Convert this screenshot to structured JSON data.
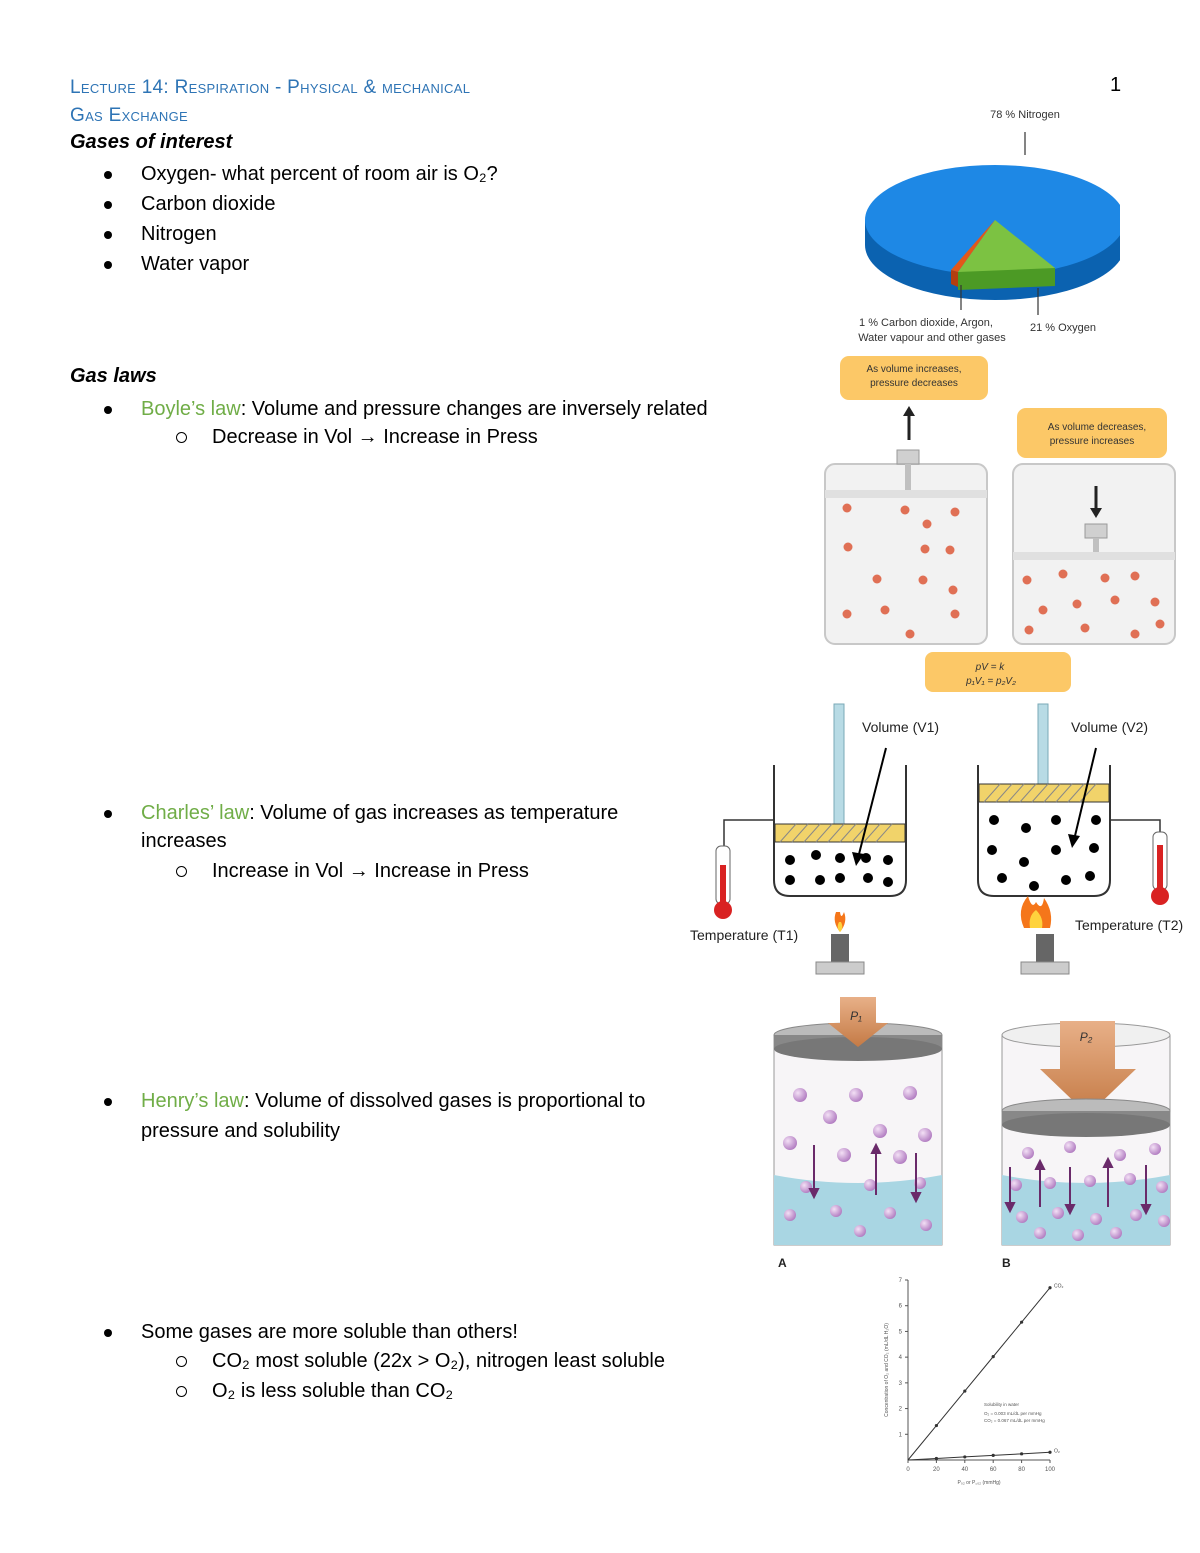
{
  "header": {
    "line1": "Lecture 14: Respiration - Physical & mechanical",
    "line2": "Gas Exchange",
    "page_number": "1"
  },
  "gases": {
    "title": "Gases of interest",
    "items": [
      "Oxygen- what percent of room air is O₂?",
      "Carbon dioxide",
      "Nitrogen",
      "Water vapor"
    ]
  },
  "laws": {
    "title": "Gas laws",
    "boyle": {
      "name": "Boyle’s law",
      "desc": ": Volume and pressure changes are inversely related",
      "sub": "Decrease in Vol → Increase in Press"
    },
    "charles": {
      "name": "Charles’ law",
      "desc_line1": ": Volume of gas increases as temperature",
      "desc_line2": "increases",
      "sub": "Increase in Vol → Increase in Press"
    },
    "henry": {
      "name": "Henry’s law",
      "desc_line1": ": Volume of dissolved gases is proportional to",
      "desc_line2": "pressure and solubility"
    },
    "solubility": {
      "text": "Some gases are more soluble than others!",
      "sub1": "CO₂ most soluble (22x > O₂), nitrogen least soluble",
      "sub2": "O₂ is less soluble than CO₂"
    }
  },
  "air_pie": {
    "label_nitrogen": "78 % Nitrogen",
    "label_other_1": "1 % Carbon dioxide, Argon,",
    "label_other_2": "Water vapour and other gases",
    "label_oxygen": "21 % Oxygen",
    "slices": [
      {
        "name": "Nitrogen",
        "percent": 78,
        "color": "#1e88e5"
      },
      {
        "name": "Oxygen",
        "percent": 21,
        "color": "#7cc242"
      },
      {
        "name": "Other",
        "percent": 1,
        "color": "#e2571a"
      }
    ]
  },
  "boyle_fig": {
    "note_left_1": "As volume increases,",
    "note_left_2": "pressure decreases",
    "note_right_1": "As volume decreases,",
    "note_right_2": "pressure increases",
    "formula_1": "pV = k",
    "formula_2": "p₁V₁ = p₂V₂",
    "accent": "#fcc867"
  },
  "charles_fig": {
    "volume_1": "Volume (V1)",
    "volume_2": "Volume (V2)",
    "temp_1": "Temperature (T1)",
    "temp_2": "Temperature (T2)"
  },
  "henry_fig": {
    "p1": "P₁",
    "p2": "P₂",
    "label_a": "A",
    "label_b": "B"
  },
  "chart_data": {
    "type": "line",
    "xlabel": "P₀₂ or P꜀₀₂ (mmHg)",
    "ylabel": "Concentration of O₂ and CO₂ (mL/dL H₂O)",
    "xlim": [
      0,
      100
    ],
    "ylim": [
      0,
      7
    ],
    "x_ticks": [
      0,
      20,
      40,
      60,
      80,
      100
    ],
    "y_ticks": [
      1,
      2,
      3,
      4,
      5,
      6,
      7
    ],
    "legend_title": "Solubility in water",
    "legend_1": "O₂ = 0.003 mL/dL per mmHg",
    "legend_2": "CO₂ = 0.067 mL/dL per mmHg",
    "series": [
      {
        "name": "CO₂",
        "x": [
          0,
          20,
          40,
          60,
          80,
          100
        ],
        "y": [
          0,
          1.34,
          2.68,
          4.02,
          5.36,
          6.7
        ]
      },
      {
        "name": "O₂",
        "x": [
          0,
          20,
          40,
          60,
          80,
          100
        ],
        "y": [
          0,
          0.06,
          0.12,
          0.18,
          0.24,
          0.3
        ]
      }
    ]
  }
}
